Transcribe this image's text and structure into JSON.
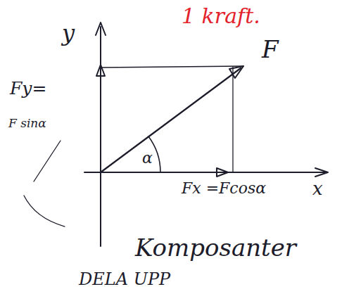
{
  "diagram": {
    "labels": [
      "1 kraft.",
      "y",
      "F",
      "Fy=",
      "F sinα",
      "α",
      "Fx =Fcosα",
      "x",
      "Komposanter",
      "DELA UPP"
    ]
  }
}
